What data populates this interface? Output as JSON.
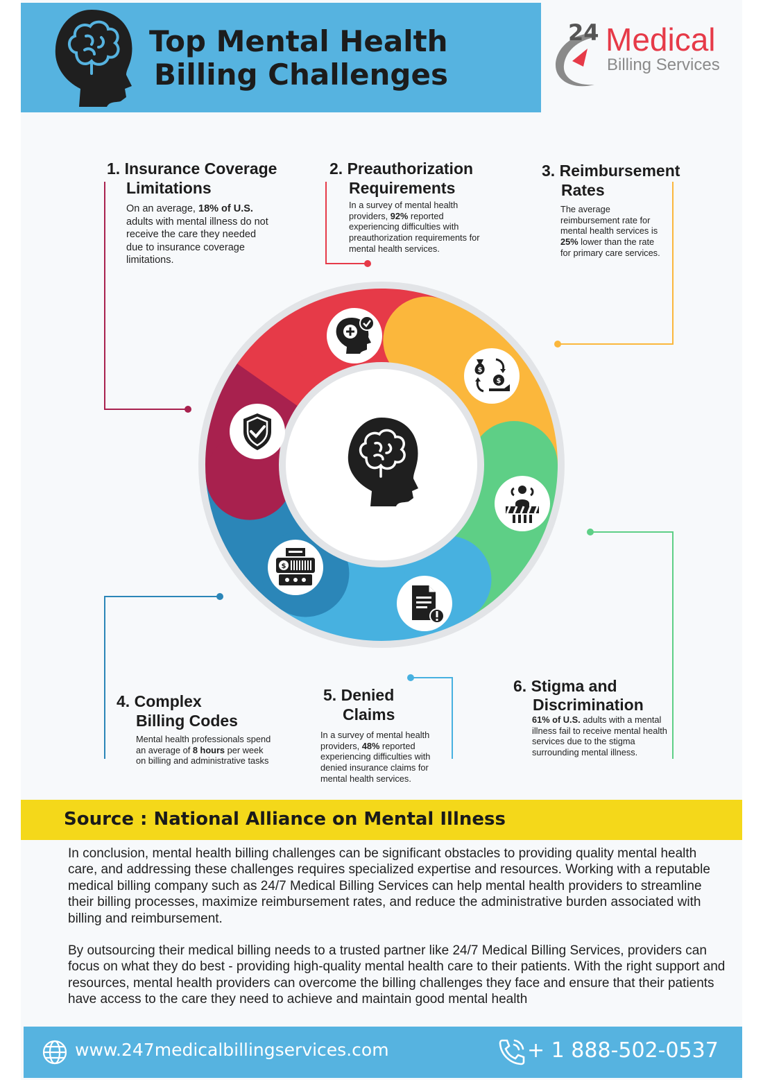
{
  "header": {
    "title_line1": "Top Mental Health",
    "title_line2": "Billing Challenges",
    "logo": {
      "number": "24",
      "name": "Medical",
      "tagline": "Billing Services"
    }
  },
  "challenges": [
    {
      "number": "1.",
      "title_line1": "Insurance Coverage",
      "title_line2": "Limitations",
      "body_pre": "On an average, ",
      "body_bold": "18% of U.S.",
      "body_post": " adults with mental illness do not receive the care they needed due to insurance coverage limitations.",
      "icon": "shield-check-icon",
      "color": "#a8214e"
    },
    {
      "number": "2.",
      "title_line1": "Preauthorization",
      "title_line2": "Requirements",
      "body_pre": "In a survey of mental health providers, ",
      "body_bold": "92%",
      "body_post": " reported experiencing difficulties with preauthorization requirements for mental health services.",
      "icon": "head-medical-check-icon",
      "color": "#e63a48"
    },
    {
      "number": "3.",
      "title_line1": "Reimbursement",
      "title_line2": "Rates",
      "body_pre": "The average reimbursement rate for mental health services is ",
      "body_bold": "25%",
      "body_post": " lower than the rate for primary care services.",
      "icon": "money-exchange-icon",
      "color": "#fbb73c"
    },
    {
      "number": "4.",
      "title_line1": "Complex",
      "title_line2": "Billing Codes",
      "body_pre": "Mental health professionals spend an average of ",
      "body_bold": "8 hours",
      "body_post": " per week on billing and administrative tasks",
      "icon": "billing-machine-icon",
      "color": "#2b86b8"
    },
    {
      "number": "5.",
      "title_line1": "Denied",
      "title_line2": "Claims",
      "body_pre": "In a survey of mental health providers, ",
      "body_bold": "48%",
      "body_post": " reported experiencing difficulties with denied insurance claims for mental health services.",
      "icon": "document-alert-icon",
      "color": "#47b1e0"
    },
    {
      "number": "6.",
      "title_line1": "Stigma and",
      "title_line2": "Discrimination",
      "body_pre": "",
      "body_bold": "61% of U.S.",
      "body_post": " adults with a mental illness fail to receive mental health services due to the stigma surrounding mental illness.",
      "icon": "person-barrier-icon",
      "color": "#5ecf86"
    }
  ],
  "source": "Source : National Alliance on Mental Illness",
  "conclusion": [
    "In conclusion, mental health billing challenges can be significant obstacles to providing quality mental health care, and addressing these challenges requires specialized expertise and resources. Working with a reputable medical billing company such as 24/7 Medical Billing Services can help mental health providers to streamline their billing processes, maximize reimbursement rates, and reduce the administrative burden associated with billing and reimbursement.",
    "By outsourcing their medical billing needs to a trusted partner like 24/7 Medical Billing Services, providers can focus on what they do best - providing high-quality mental health care to their patients. With the right support and resources, mental health providers can overcome the billing challenges they face and ensure that their patients have access to the care they need to achieve and maintain good mental health"
  ],
  "footer": {
    "website": "www.247medicalbillingservices.com",
    "phone": "+ 1 888-502-0537",
    "globe_icon": "globe-icon",
    "phone_icon": "phone-icon"
  }
}
